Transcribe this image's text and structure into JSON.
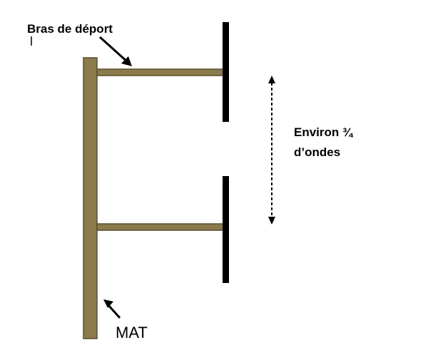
{
  "labels": {
    "arm": "Bras de déport",
    "distance_line1": "Environ ¾",
    "distance_line2": "d’ondes",
    "mast": "MAT"
  },
  "colors": {
    "mast": "#8B7B4B",
    "mast_stroke": "#5a4e2c",
    "dipole": "#000000",
    "arrow": "#000000"
  }
}
